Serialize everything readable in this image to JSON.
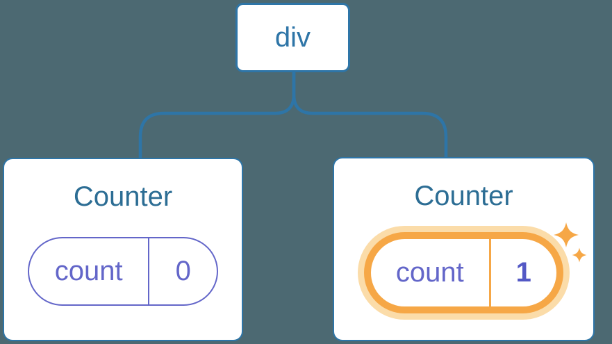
{
  "tree": {
    "root": {
      "label": "div"
    },
    "children": [
      {
        "title": "Counter",
        "state_key": "count",
        "state_value": "0",
        "highlighted": false
      },
      {
        "title": "Counter",
        "state_key": "count",
        "state_value": "1",
        "highlighted": true
      }
    ]
  },
  "icons": {
    "sparkles": "sparkles-icon"
  },
  "colors": {
    "background": "#4C6972",
    "stroke_blue": "#2E75A7",
    "title_blue": "#2C6D94",
    "state_purple": "#6366C9",
    "value_purple": "#5358C5",
    "highlight_orange": "#F6A746",
    "highlight_glow": "#FBDCA9",
    "card_background": "#FFFFFF"
  }
}
